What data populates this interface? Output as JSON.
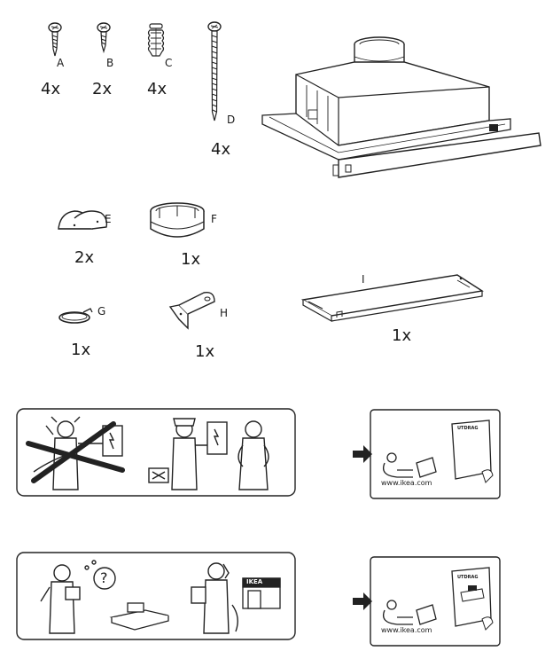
{
  "parts": [
    {
      "letter": "A",
      "quantity": "4x"
    },
    {
      "letter": "B",
      "quantity": "2x"
    },
    {
      "letter": "C",
      "quantity": "4x"
    },
    {
      "letter": "D",
      "quantity": "4x"
    },
    {
      "letter": "E",
      "quantity": "2x"
    },
    {
      "letter": "F",
      "quantity": "1x"
    },
    {
      "letter": "G",
      "quantity": "1x"
    },
    {
      "letter": "H",
      "quantity": "1x"
    },
    {
      "letter": "I",
      "quantity": "1x"
    }
  ],
  "panel_1": {
    "url": "www.ikea.com",
    "booklet_title": "UTDRAG"
  },
  "panel_2": {
    "url": "www.ikea.com",
    "booklet_title": "UTDRAG",
    "sign_text": "IKEA",
    "question_mark": "?"
  }
}
